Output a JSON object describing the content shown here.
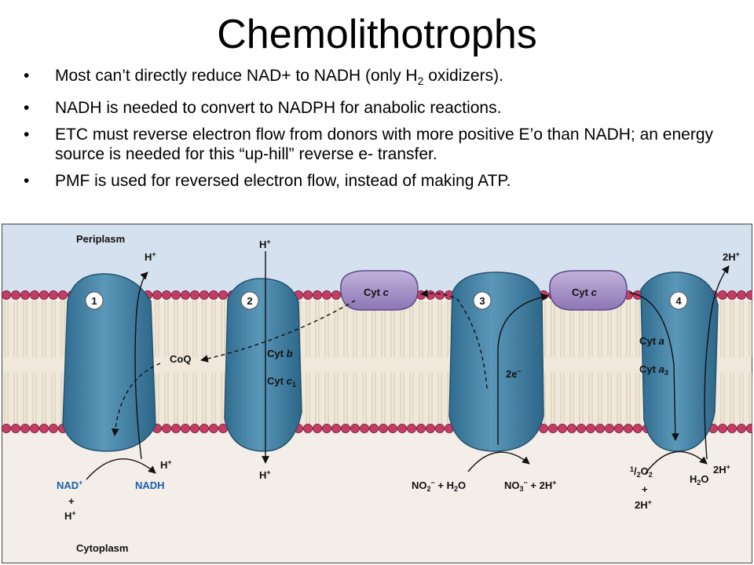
{
  "slide": {
    "title": "Chemolithotrophs",
    "bullets": [
      {
        "text": "Most can’t directly reduce NAD+ to NADH (only H",
        "sub": "2",
        "tail": " oxidizers)."
      },
      {
        "text": "NADH is needed to convert to NADPH for anabolic reactions.",
        "sub": "",
        "tail": ""
      },
      {
        "text": "ETC must reverse electron flow from donors with more positive E’o than NADH; an energy source is needed for this “up-hill” reverse e- transfer.",
        "sub": "",
        "tail": ""
      },
      {
        "text": "PMF is used for reversed electron flow, instead of making ATP.",
        "sub": "",
        "tail": ""
      }
    ],
    "bullet_glyph": "•"
  },
  "figure": {
    "periplasm": "Periplasm",
    "cytoplasm": "Cytoplasm",
    "complex_numbers": [
      "1",
      "2",
      "3",
      "4"
    ],
    "coq": "CoQ",
    "cyt_c": "Cyt",
    "cyt_c_italic": "c",
    "cyt_b": "Cyt",
    "cyt_b_italic": "b",
    "cyt_c1": "Cyt",
    "cyt_c1_italic": "c",
    "cyt_c1_sub": "1",
    "cyt_a": "Cyt",
    "cyt_a_italic": "a",
    "cyt_a3": "Cyt",
    "cyt_a3_italic": "a",
    "cyt_a3_sub": "3",
    "two_e": "2e",
    "two_e_sup": "−",
    "h": "H",
    "plus": "+",
    "two_h": "2H",
    "nad": "NAD",
    "nadh": "NADH",
    "no2": "NO",
    "no2_sub": "2",
    "no2_sup": "−",
    "h2o_plus": " + H",
    "h2o_sub": "2",
    "o_letter": "O",
    "no3": "NO",
    "no3_sub": "3",
    "no3_sup": "−",
    "plus_2h": " + 2H",
    "half_num": "1",
    "half_den": "2",
    "o2": "O",
    "o2_sub": "2",
    "h2o_product": "H",
    "h2o_product_sub": "2",
    "h2o_product_o": "O",
    "colors": {
      "periplasm": "#d5e1ee",
      "cytoplasm": "#f3eee8",
      "lipid_head": "#c23c64",
      "protein": "#3f7fa1",
      "cyt_c_fill": "#a48fc6",
      "label_blue": "#1d5fa8"
    }
  }
}
